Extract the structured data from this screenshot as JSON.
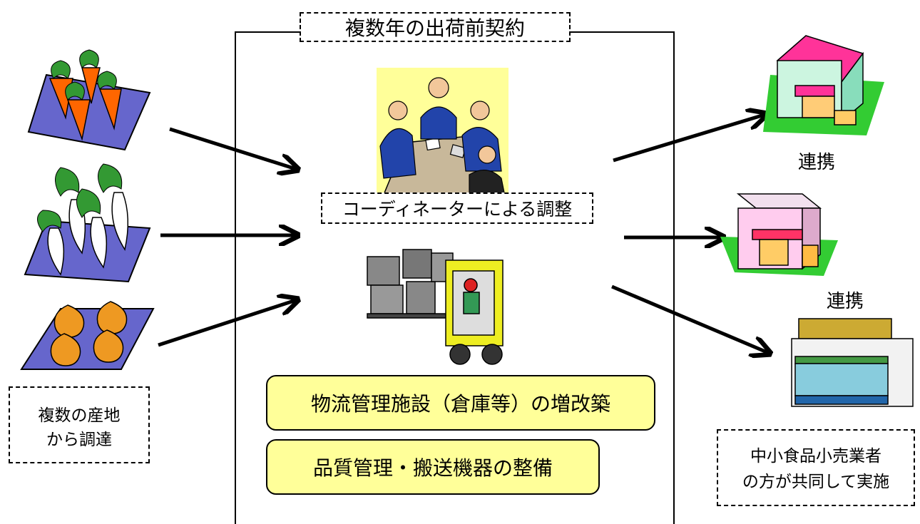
{
  "center": {
    "title": "複数年の出荷前契約",
    "coordinator_caption": "コーディネーターによる調整",
    "facility_label": "物流管理施設（倉庫等）の増改築",
    "equipment_label": "品質管理・搬送機器の整備"
  },
  "sources": {
    "caption_line1": "複数の産地",
    "caption_line2": "から調達",
    "items": [
      {
        "icon": "carrot-field-icon"
      },
      {
        "icon": "daikon-field-icon"
      },
      {
        "icon": "onion-field-icon"
      }
    ]
  },
  "retailers": {
    "link_label_1": "連携",
    "link_label_2": "連携",
    "caption_line1": "中小食品小売業者",
    "caption_line2": "の方が共同して実施",
    "items": [
      {
        "icon": "shop-icon"
      },
      {
        "icon": "shop-icon"
      },
      {
        "icon": "convenience-store-icon"
      }
    ]
  },
  "colors": {
    "field": "#6666cc",
    "highlight_box": "#ffff99",
    "meeting_bg": "#ffff99"
  }
}
